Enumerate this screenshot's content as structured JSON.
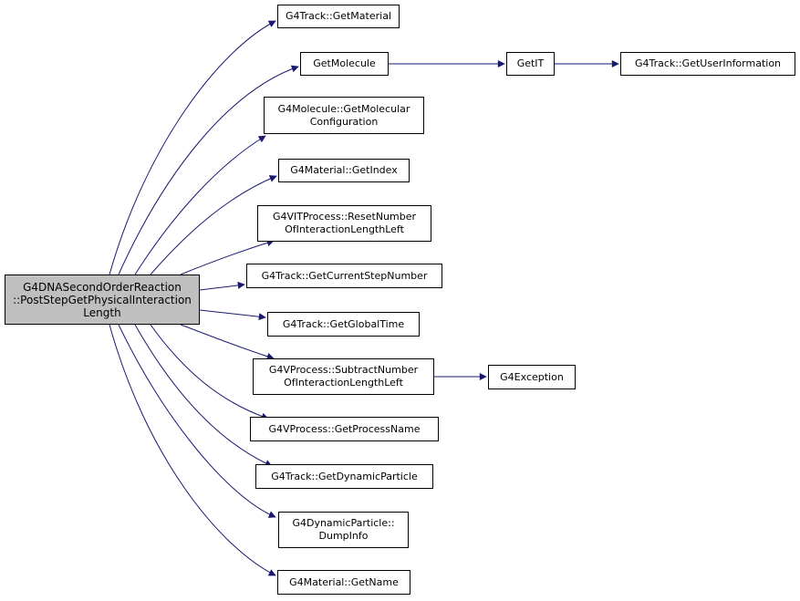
{
  "colors": {
    "edge": "#191970",
    "root_fill": "#bfbfbf",
    "node_fill": "#ffffff",
    "border": "#000000"
  },
  "nodes": {
    "root": [
      "G4DNASecondOrderReaction",
      "::PostStepGetPhysicalInteraction",
      "Length"
    ],
    "get_material": [
      "G4Track::GetMaterial"
    ],
    "get_molecule": [
      "GetMolecule"
    ],
    "get_it": [
      "GetIT"
    ],
    "get_user_information": [
      "G4Track::GetUserInformation"
    ],
    "get_molecular_configuration": [
      "G4Molecule::GetMolecular",
      "Configuration"
    ],
    "get_index": [
      "G4Material::GetIndex"
    ],
    "reset_number": [
      "G4VITProcess::ResetNumber",
      "OfInteractionLengthLeft"
    ],
    "get_current_step_number": [
      "G4Track::GetCurrentStepNumber"
    ],
    "get_global_time": [
      "G4Track::GetGlobalTime"
    ],
    "subtract_number": [
      "G4VProcess::SubtractNumber",
      "OfInteractionLengthLeft"
    ],
    "g4exception": [
      "G4Exception"
    ],
    "get_process_name": [
      "G4VProcess::GetProcessName"
    ],
    "get_dynamic_particle": [
      "G4Track::GetDynamicParticle"
    ],
    "dump_info": [
      "G4DynamicParticle::",
      "DumpInfo"
    ],
    "get_name": [
      "G4Material::GetName"
    ]
  },
  "edges": [
    [
      "root",
      "get_material"
    ],
    [
      "root",
      "get_molecule"
    ],
    [
      "get_molecule",
      "get_it"
    ],
    [
      "get_it",
      "get_user_information"
    ],
    [
      "root",
      "get_molecular_configuration"
    ],
    [
      "root",
      "get_index"
    ],
    [
      "root",
      "reset_number"
    ],
    [
      "root",
      "get_current_step_number"
    ],
    [
      "root",
      "get_global_time"
    ],
    [
      "root",
      "subtract_number"
    ],
    [
      "subtract_number",
      "g4exception"
    ],
    [
      "root",
      "get_process_name"
    ],
    [
      "root",
      "get_dynamic_particle"
    ],
    [
      "root",
      "dump_info"
    ],
    [
      "root",
      "get_name"
    ]
  ]
}
